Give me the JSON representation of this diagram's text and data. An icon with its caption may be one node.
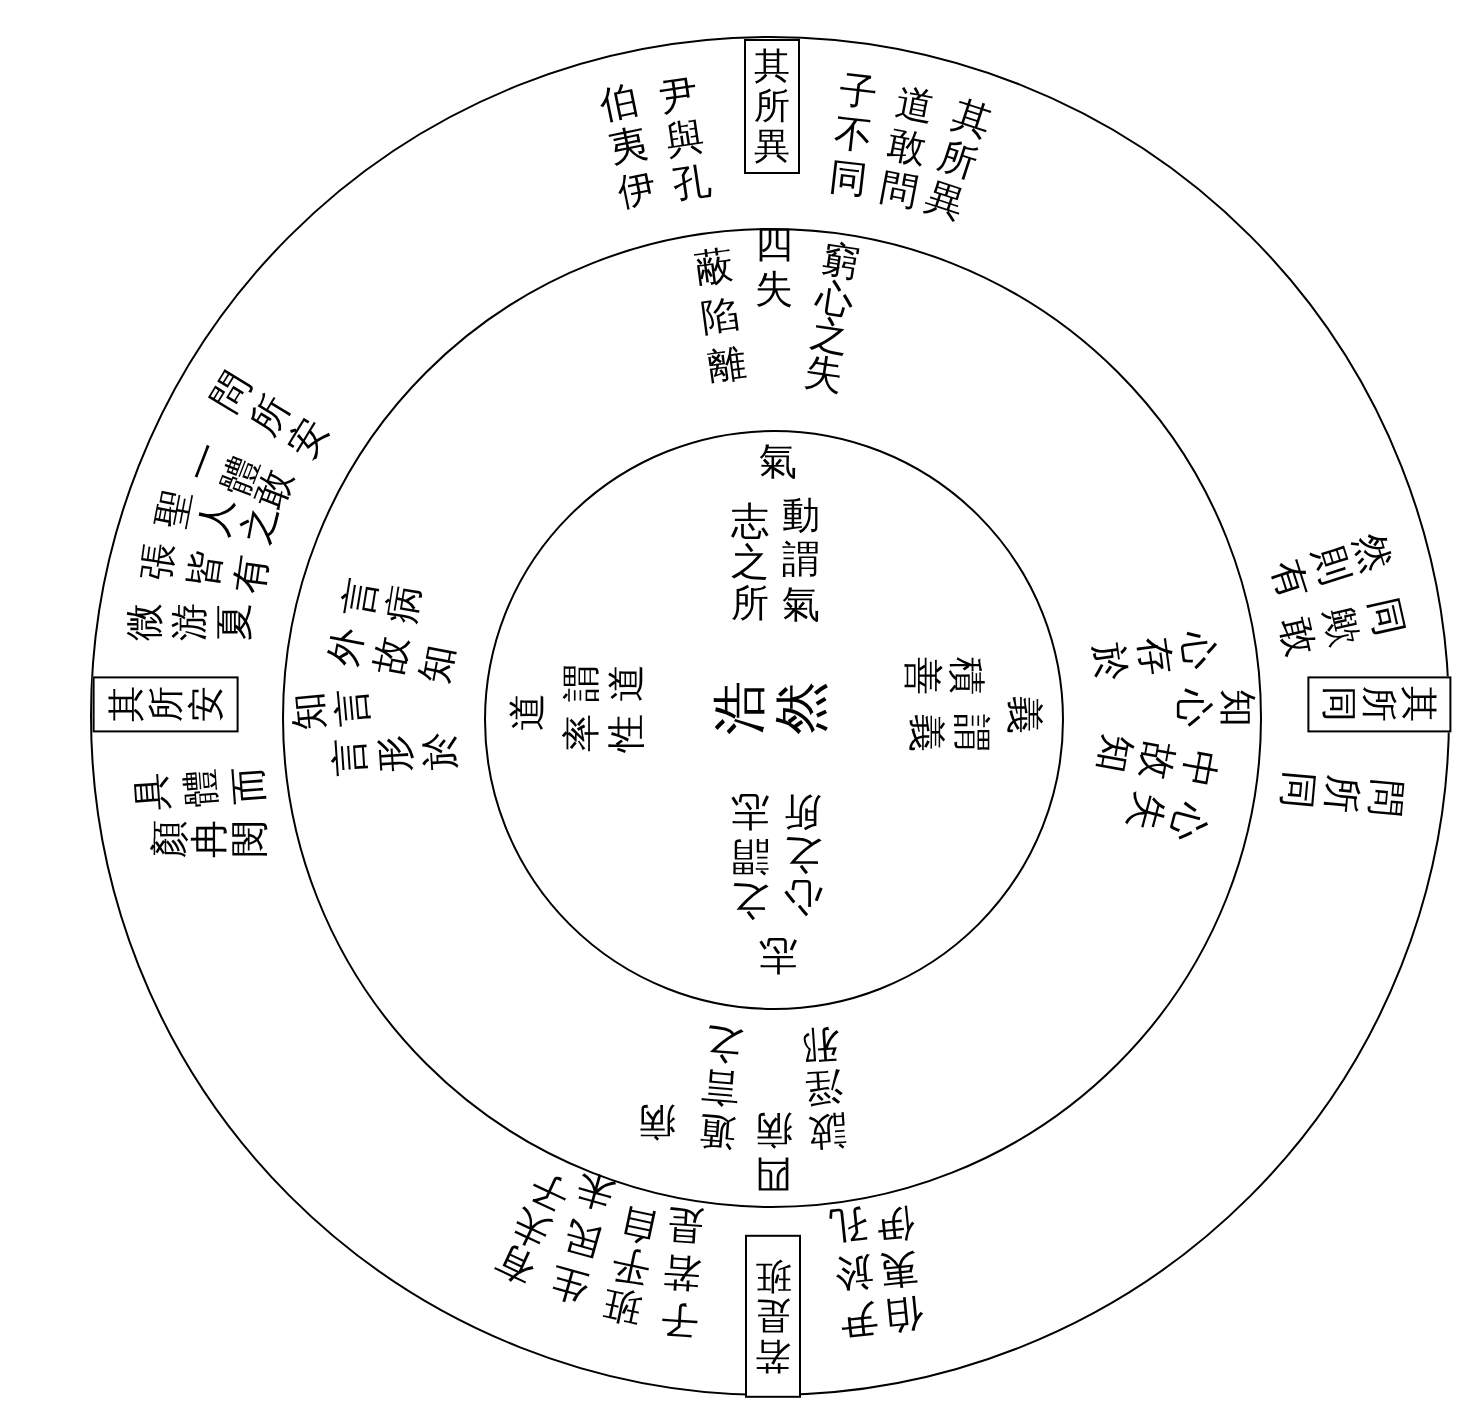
{
  "diagram": {
    "nodes": [
      {
        "text": [
          "伯夷伊尹與孔",
          "子不同道敢問其所異",
          "然則有同歟敢",
          "問所同",
          "伯夷伊尹於孔",
          "子若是班乎自生民未有夫子",
          "顏冉閔具體而",
          "微游夏張皆有聖人之一體敢問所安"
        ]
      },
      {
        "text": [
          "蔽陷離",
          "四失",
          "窮心之失",
          "心存於",
          "知心",
          "中故知心失",
          "詖淫邪",
          "四病",
          "遁言之病",
          "言形於",
          "知言",
          "外故知言病"
        ],
        "in": 0
      },
      {
        "text": [
          "氣",
          "志之所動謂氣",
          "義",
          "積善謂義",
          "志",
          "心之所之謂志",
          "道",
          "率性謂道",
          "浩然"
        ],
        "in": 1
      },
      {
        "text": [
          "其所異"
        ],
        "in": 0
      },
      {
        "text": [
          "其所同"
        ],
        "in": 0
      },
      {
        "text": [
          "若是班"
        ],
        "in": 0
      },
      {
        "text": [
          "其所安"
        ],
        "in": 0
      }
    ]
  }
}
